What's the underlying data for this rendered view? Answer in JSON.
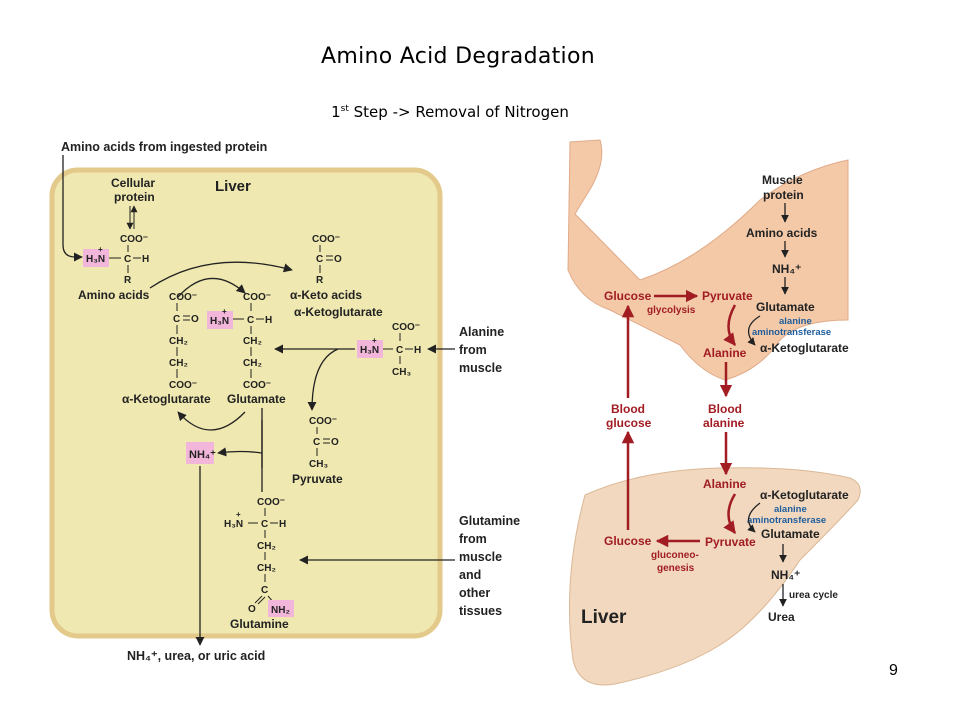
{
  "slide": {
    "title": "Amino Acid Degradation",
    "subtitle_prefix": "1",
    "subtitle_sup": "st",
    "subtitle_rest": " Step -> Removal of Nitrogen",
    "page_number": "9"
  },
  "left_diagram": {
    "header_label": "Amino acids from ingested protein",
    "liver_label": "Liver",
    "cellular_protein_1": "Cellular",
    "cellular_protein_2": "protein",
    "coo": "COO⁻",
    "c": "C",
    "h": "H",
    "r": "R",
    "o": "O",
    "ch2": "CH₂",
    "ch3": "CH₃",
    "h3n": "H₃N",
    "plus": "+",
    "nh2": "NH₂",
    "amino_acids": "Amino acids",
    "keto_acids": "α-Keto acids",
    "ketoglutarate": "α-Ketoglutarate",
    "glutamate": "Glutamate",
    "pyruvate": "Pyruvate",
    "glutamine": "Glutamine",
    "nh4": "NH₄⁺",
    "alanine_1": "Alanine",
    "alanine_2": "from",
    "alanine_3": "muscle",
    "glutamine_src_1": "Glutamine",
    "glutamine_src_2": "from",
    "glutamine_src_3": "muscle",
    "glutamine_src_4": "and",
    "glutamine_src_5": "other",
    "glutamine_src_6": "tissues",
    "footer_label": "NH₄⁺, urea, or uric acid"
  },
  "right_diagram": {
    "muscle_protein_1": "Muscle",
    "muscle_protein_2": "protein",
    "amino_acids": "Amino acids",
    "nh4": "NH₄⁺",
    "glucose_top": "Glucose",
    "pyruvate_top": "Pyruvate",
    "glycolysis": "glycolysis",
    "glutamate_top": "Glutamate",
    "enzyme_top_1": "alanine",
    "enzyme_top_2": "aminotransferase",
    "alanine_top": "Alanine",
    "ketoglutarate_top": "α-Ketoglutarate",
    "blood_glucose_1": "Blood",
    "blood_glucose_2": "glucose",
    "blood_alanine_1": "Blood",
    "blood_alanine_2": "alanine",
    "alanine_bottom": "Alanine",
    "ketoglutarate_bottom": "α-Ketoglutarate",
    "enzyme_bottom_1": "alanine",
    "enzyme_bottom_2": "aminotransferase",
    "glucose_bottom": "Glucose",
    "pyruvate_bottom": "Pyruvate",
    "gluconeogenesis_1": "gluconeo-",
    "gluconeogenesis_2": "genesis",
    "glutamate_bottom": "Glutamate",
    "nh4_bottom": "NH₄⁺",
    "urea_cycle": "urea cycle",
    "urea": "Urea",
    "liver_label": "Liver"
  },
  "colors": {
    "liver_panel": "#efe8b0",
    "liver_border": "#e3c98a",
    "pink_highlight": "#f2b6da",
    "pathway_red": "#a11c23",
    "enzyme_blue": "#1f5d9c",
    "muscle_skin": "#f3c9a8",
    "liver_organ": "#f1d8be"
  }
}
